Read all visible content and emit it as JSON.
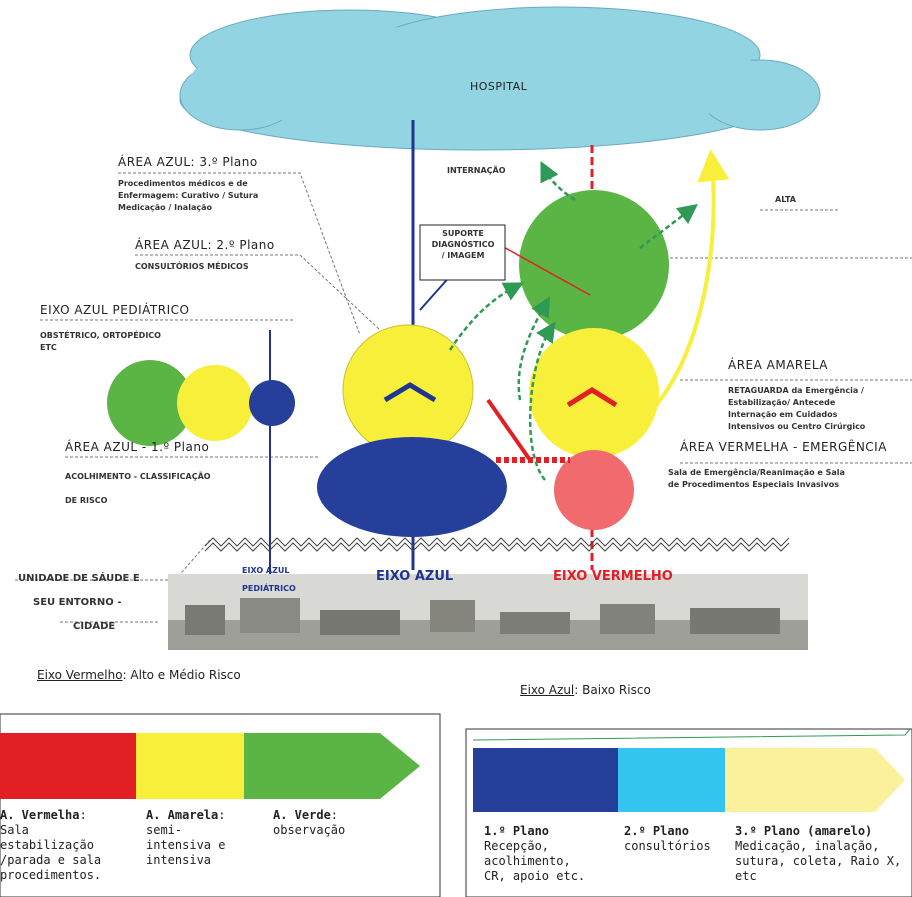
{
  "hospital": "HOSPITAL",
  "internacao": "INTERNAÇÃO",
  "alta": "ALTA",
  "suporte": [
    "SUPORTE",
    "DIAGNÓSTICO",
    "/ IMAGEM"
  ],
  "area_azul_3": {
    "title": "ÁREA AZUL: 3.º Plano",
    "desc": [
      "Procedimentos médicos e de",
      "Enfermagem: Curativo / Sutura",
      "Medicação / Inalação"
    ]
  },
  "area_azul_2": {
    "title": "ÁREA AZUL: 2.º Plano",
    "desc": [
      "CONSULTÓRIOS MÉDICOS"
    ]
  },
  "eixo_pediatrico": {
    "title": "EIXO AZUL PEDIÁTRICO",
    "desc": [
      "OBSTÉTRICO, ORTOPÉDICO",
      "ETC"
    ]
  },
  "area_azul_1": {
    "title": "ÁREA AZUL - 1.º Plano",
    "desc": [
      "ACOLHIMENTO - CLASSIFICAÇÃO",
      "DE RISCO"
    ]
  },
  "area_amarela": {
    "title": "ÁREA AMARELA",
    "desc": [
      "RETAGUARDA da Emergência /",
      "Estabilização/ Antecede",
      "Internação em Cuidados",
      "Intensivos ou Centro Cirúrgico"
    ]
  },
  "area_vermelha": {
    "title": "ÁREA VERMELHA - EMERGÊNCIA",
    "desc": [
      "Sala de Emergência/Reanimação e Sala",
      "de Procedimentos Especiais Invasivos"
    ]
  },
  "unidade": [
    "UNIDADE DE SÁUDE E",
    "SEU ENTORNO -",
    "CIDADE"
  ],
  "eixo_azul_ped_label": [
    "EIXO AZUL",
    "PEDIÁTRICO"
  ],
  "eixo_azul_label": "EIXO AZUL",
  "eixo_vermelho_label": "EIXO VERMELHO",
  "note_vermelho": {
    "u": "Eixo Vermelho",
    "rest": ": Alto e Médio Risco"
  },
  "note_azul": {
    "u": "Eixo Azul",
    "rest": ": Baixo Risco"
  },
  "colors": {
    "red": "#e31f26",
    "yellow": "#f7ef3a",
    "green": "#5bb544",
    "blue": "#263f9a",
    "navy": "#1f3590",
    "cloud": "#92d4e2",
    "lightblue": "#33c5f0",
    "paleyellow": "#fbf19c",
    "pink": "#f06a6e"
  },
  "legend_left": [
    {
      "name": "A. Vermelha",
      "rest": ":",
      "desc": "Sala\nestabilização\n/parada e sala\nprocedimentos."
    },
    {
      "name": "A. Amarela",
      "rest": ":",
      "desc": "semi-\nintensiva e\nintensiva"
    },
    {
      "name": "A. Verde",
      "rest": ":",
      "desc": "observação"
    }
  ],
  "legend_right": [
    {
      "name": "1.º Plano",
      "desc": "Recepção,\nacolhimento,\nCR, apoio etc."
    },
    {
      "name": "2.º Plano",
      "desc": "consultórios"
    },
    {
      "name": "3.º Plano (amarelo)",
      "desc": "Medicação, inalação,\nsutura, coleta, Raio X, etc"
    }
  ]
}
